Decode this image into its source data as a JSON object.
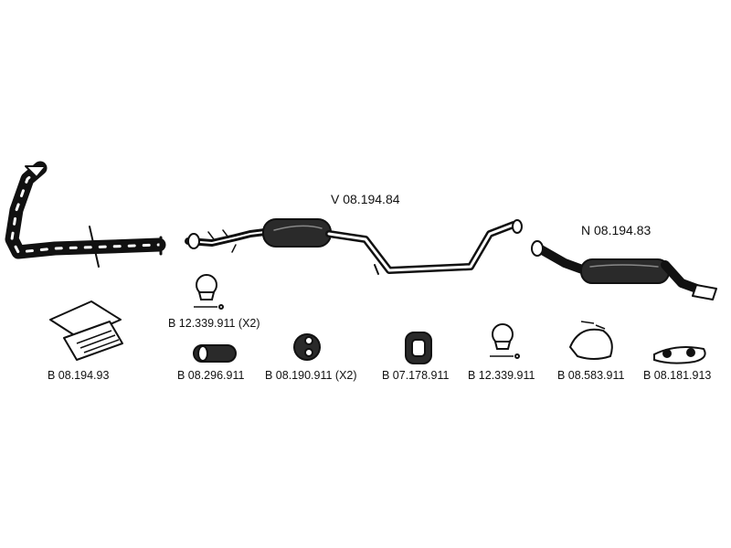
{
  "assemblies": {
    "center_muffler": "V 08.194.84",
    "rear_muffler": "N 08.194.83"
  },
  "parts": {
    "clamp_small": "B 12.339.911 (X2)",
    "mount_kit": "B 08.194.93",
    "pipe_sleeve": "B 08.296.911",
    "rubber_ring": "B 08.190.911 (X2)",
    "rubber_hanger": "B 07.178.911",
    "clamp_large": "B 12.339.911",
    "bracket_strap": "B 08.583.911",
    "gasket": "B 08.181.913"
  }
}
